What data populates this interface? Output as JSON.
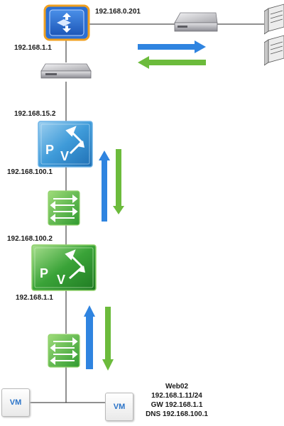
{
  "ips": {
    "top_router_wan": "192.168.0.201",
    "top_router_lan": "192.168.1.1",
    "pv1_top": "192.168.15.2",
    "pv1_bottom": "192.168.100.1",
    "pv2_top": "192.168.100.2",
    "pv2_bottom": "192.168.1.1"
  },
  "gateway_badge_letters": {
    "p": "P",
    "v": "V"
  },
  "vms": [
    {
      "label": "VM"
    },
    {
      "label": "VM"
    }
  ],
  "web02": {
    "name": "Web02",
    "ip": "192.168.1.11/24",
    "gw": "GW 192.168.1.1",
    "dns": "DNS 192.168.100.1"
  },
  "arrows": {
    "top": [
      "right-blue",
      "left-green"
    ],
    "middle": [
      "up-blue",
      "down-green"
    ],
    "bottom": [
      "up-blue",
      "down-green"
    ]
  },
  "colors": {
    "blue_arrow": "#2f84e0",
    "green_arrow": "#6cbb3c",
    "router_border": "#f0a020",
    "router_fill": "#2b6fd3",
    "pv_blue": "#3f9bd9",
    "pv_green": "#3aa338"
  }
}
